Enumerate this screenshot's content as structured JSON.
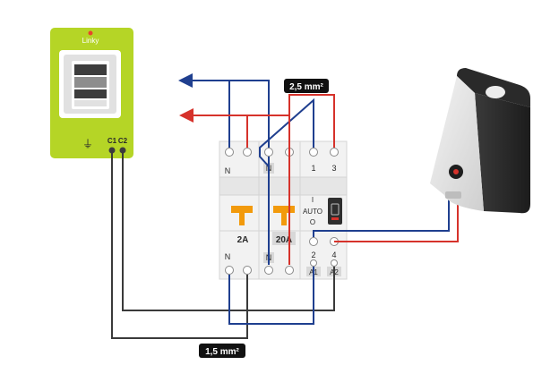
{
  "meter": {
    "brand": "Linky",
    "terminal_earth": "⏚",
    "terminal_c1": "C1",
    "terminal_c2": "C2"
  },
  "breaker_2a": {
    "top_neutral": "N",
    "rating": "2A",
    "bottom_neutral": "N"
  },
  "breaker_20a": {
    "top_neutral": "N",
    "rating": "20A",
    "bottom_neutral": "N"
  },
  "contactor": {
    "terminal_1": "1",
    "terminal_3": "3",
    "switch_on": "I",
    "switch_auto": "AUTO",
    "switch_off": "O",
    "terminal_2": "2",
    "terminal_4": "4",
    "coil_a1": "A1",
    "coil_a2": "A2"
  },
  "wire_labels": {
    "power_section": "2,5 mm²",
    "signal_section": "1,5 mm²"
  },
  "colors": {
    "meter_green": "#b5d526",
    "neutral_wire": "#1f3f8f",
    "live_wire": "#d6322b",
    "signal_wire": "#3a3a3a",
    "handle_orange": "#f29a0c",
    "module_body": "#f2f2f2"
  }
}
